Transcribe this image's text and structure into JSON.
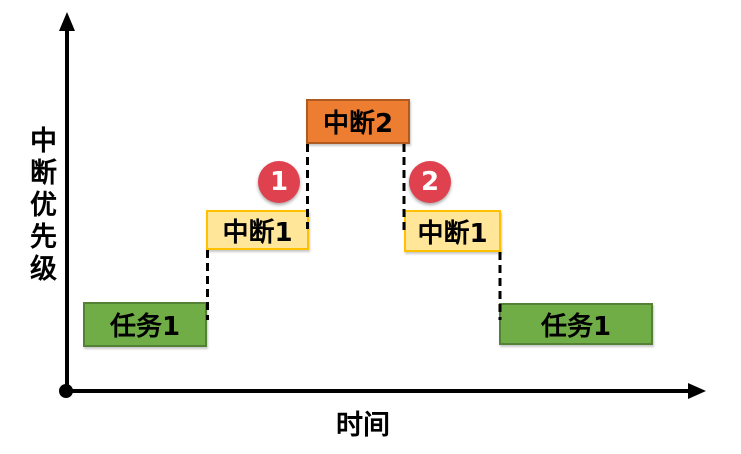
{
  "diagram": {
    "y_axis_label": "中断优先级",
    "x_axis_label": "时间",
    "axis_color": "#000000",
    "connector_color": "#000000",
    "boxes": [
      {
        "id": "task1-left",
        "label": "任务1",
        "fill": "#70AD47",
        "border": "#538135"
      },
      {
        "id": "int1-left",
        "label": "中断1",
        "fill": "#FFE699",
        "border": "#FFC000"
      },
      {
        "id": "int2",
        "label": "中断2",
        "fill": "#ED7D31",
        "border": "#AE5A21"
      },
      {
        "id": "int1-right",
        "label": "中断1",
        "fill": "#FFE699",
        "border": "#FFC000"
      },
      {
        "id": "task1-right",
        "label": "任务1",
        "fill": "#70AD47",
        "border": "#538135"
      }
    ],
    "markers": [
      {
        "id": "marker-1",
        "label": "1",
        "fill": "#E0414E",
        "text_color": "#FFFFFF"
      },
      {
        "id": "marker-2",
        "label": "2",
        "fill": "#E0414E",
        "text_color": "#FFFFFF"
      }
    ]
  }
}
